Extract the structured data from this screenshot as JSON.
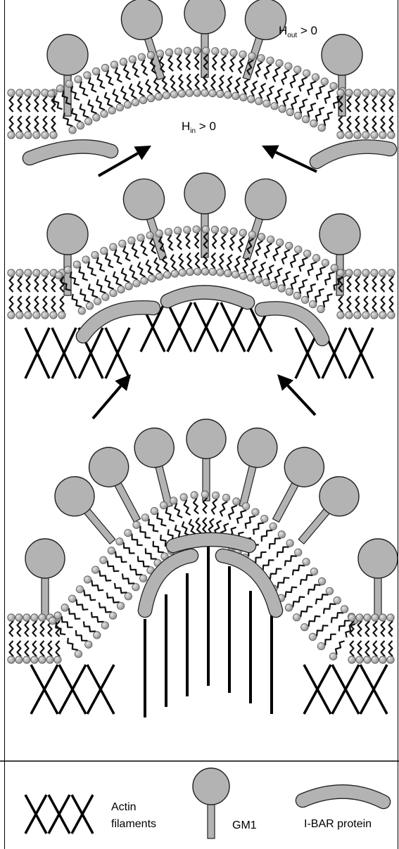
{
  "labels": {
    "h_out_main": "H",
    "h_out_sub": "out",
    "h_out_rel": " > 0",
    "h_in_main": "H",
    "h_in_sub": "in",
    "h_in_rel": " > 0"
  },
  "legend": {
    "actin_line1": "Actin",
    "actin_line2": "filaments",
    "gm1": "GM1",
    "ibar": "I-BAR protein"
  },
  "colors": {
    "protein_fill": "#b3b3b3",
    "lipid_head": "#b0b0b0",
    "ink": "#000000"
  }
}
